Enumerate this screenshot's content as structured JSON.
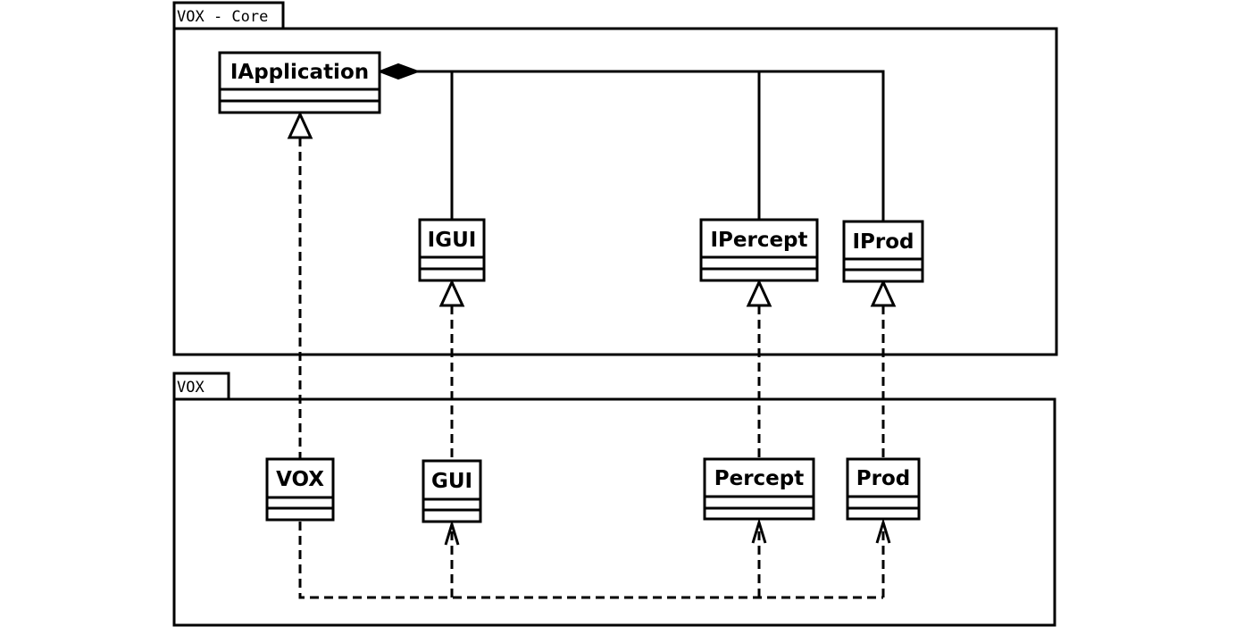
{
  "packages": {
    "core": {
      "label": "VOX - Core"
    },
    "vox": {
      "label": "VOX"
    }
  },
  "classes": {
    "iapplication": {
      "name": "IApplication"
    },
    "igui": {
      "name": "IGUI"
    },
    "ipercept": {
      "name": "IPercept"
    },
    "iprod": {
      "name": "IProd"
    },
    "vox": {
      "name": "VOX"
    },
    "gui": {
      "name": "GUI"
    },
    "percept": {
      "name": "Percept"
    },
    "prod": {
      "name": "Prod"
    }
  },
  "relationships": [
    {
      "type": "composition",
      "whole": "IApplication",
      "parts": [
        "IGUI",
        "IPercept",
        "IProd"
      ]
    },
    {
      "type": "realization",
      "from": "VOX",
      "to": "IApplication"
    },
    {
      "type": "realization",
      "from": "GUI",
      "to": "IGUI"
    },
    {
      "type": "realization",
      "from": "Percept",
      "to": "IPercept"
    },
    {
      "type": "realization",
      "from": "Prod",
      "to": "IProd"
    },
    {
      "type": "dependency",
      "from": "VOX",
      "to": [
        "GUI",
        "Percept",
        "Prod"
      ]
    }
  ]
}
